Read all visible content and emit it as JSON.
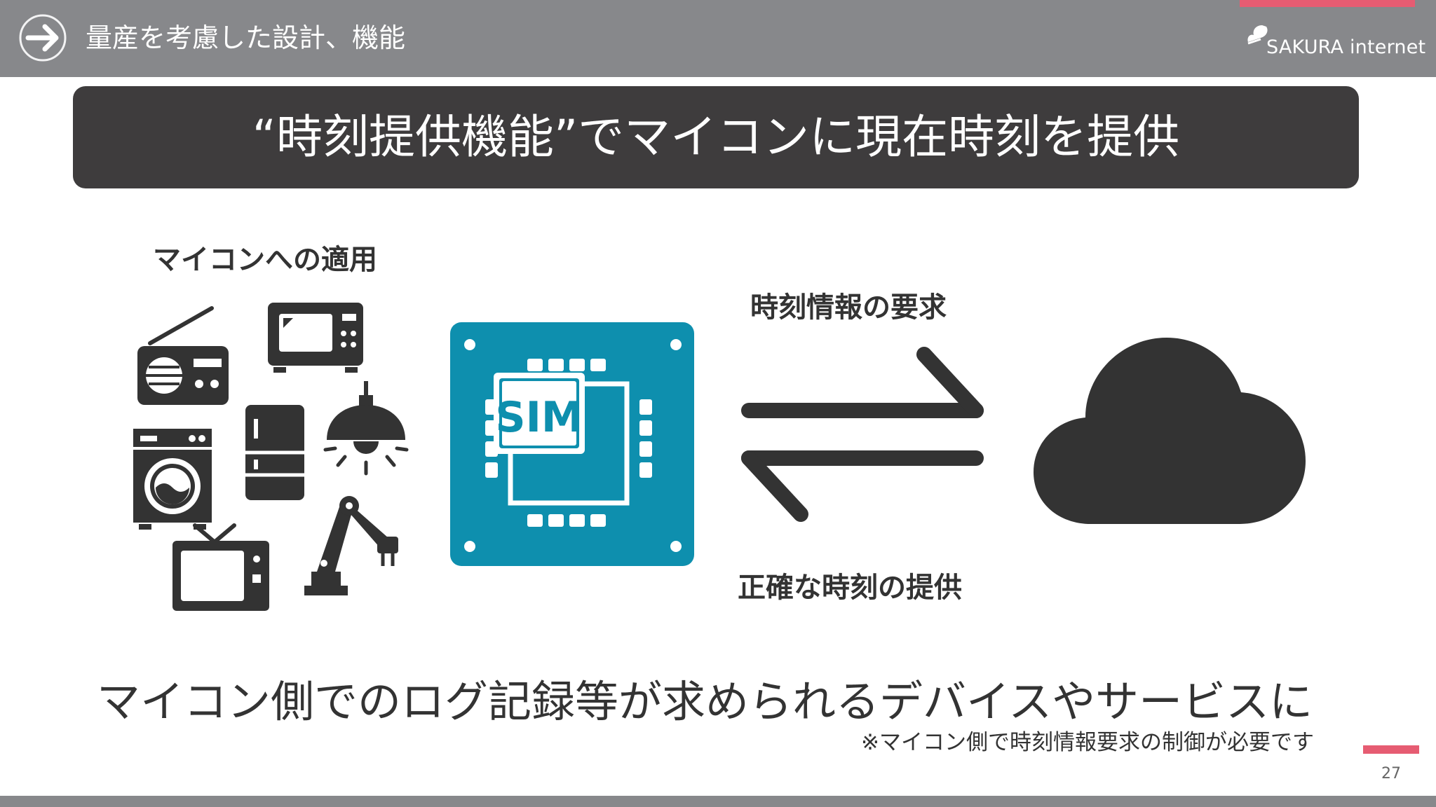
{
  "header": {
    "title": "量産を考慮した設計、機能",
    "logo_text": "SAKURA internet",
    "arrow_icon": "arrow-right-circle-icon"
  },
  "banner": {
    "text": "“時刻提供機能”でマイコンに現在時刻を提供"
  },
  "diagram": {
    "devices_label": "マイコンへの適用",
    "device_icons": [
      "radio-icon",
      "microwave-icon",
      "refrigerator-icon",
      "pendant-lamp-icon",
      "washing-machine-icon",
      "television-icon",
      "robot-arm-icon"
    ],
    "sim_label": "SIM",
    "request_label": "時刻情報の要求",
    "provide_label": "正確な時刻の提供",
    "cloud_icon": "cloud-icon",
    "exchange_icon": "exchange-arrows-icon"
  },
  "footer": {
    "main_text": "マイコン側でのログ記録等が求められるデバイスやサービスに",
    "note": "※マイコン側で時刻情報要求の制御が必要です",
    "page_number": "27"
  },
  "colors": {
    "header_gray": "#87888b",
    "accent_pink": "#e65c72",
    "banner_dark": "#3e3c3d",
    "sim_teal": "#0e8fae",
    "icon_dark": "#333333"
  }
}
